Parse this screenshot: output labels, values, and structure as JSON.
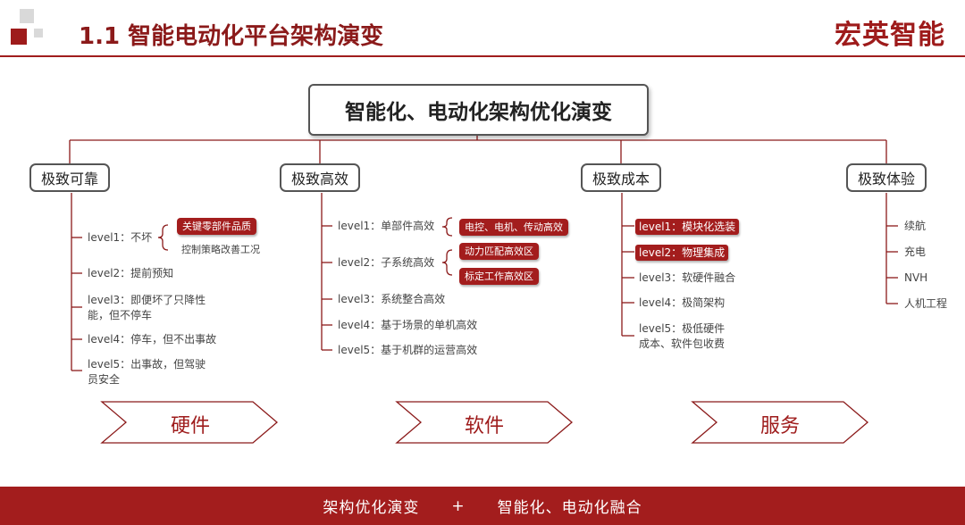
{
  "header": {
    "title": "1.1 智能电动化平台架构演变",
    "brand": "宏英智能"
  },
  "root": {
    "label": "智能化、电动化架构优化演变"
  },
  "categories": [
    {
      "label": "极致可靠"
    },
    {
      "label": "极致高效"
    },
    {
      "label": "极致成本"
    },
    {
      "label": "极致体验"
    }
  ],
  "reliable": {
    "items": [
      "level1：不坏",
      "level2：提前预知",
      "level3：即便坏了只降性",
      "能，但不停车",
      "level4：停车，但不出事故",
      "level5：出事故，但驾驶",
      "员安全"
    ],
    "tag": "关键零部件品质",
    "note": "控制策略改善工况"
  },
  "efficient": {
    "items": [
      "level1：单部件高效",
      "level2：子系统高效",
      "level3：系统整合高效",
      "level4：基于场景的单机高效",
      "level5：基于机群的运营高效"
    ],
    "tags": [
      "电控、电机、传动高效",
      "动力匹配高效区",
      "标定工作高效区"
    ]
  },
  "cost": {
    "tagged": [
      "level1：模块化选装",
      "level2：物理集成"
    ],
    "items": [
      "level3：软硬件融合",
      "level4：极简架构",
      "level5：极低硬件",
      "成本、软件包收费"
    ]
  },
  "experience": {
    "items": [
      "续航",
      "充电",
      "NVH",
      "人机工程"
    ]
  },
  "arrows": [
    "硬件",
    "软件",
    "服务"
  ],
  "footer": {
    "left": "架构优化演变",
    "plus": "+",
    "right": "智能化、电动化融合"
  },
  "colors": {
    "accent": "#a31d1d",
    "line": "#8b1a1a"
  }
}
